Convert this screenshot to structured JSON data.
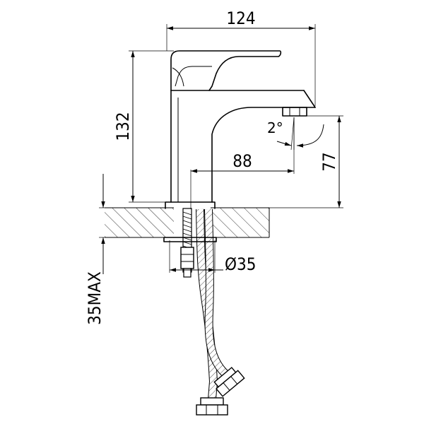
{
  "dimensions": {
    "width_total": "124",
    "height_total": "132",
    "spout_reach": "88",
    "spout_height": "77",
    "angle": "2°",
    "hole_diameter": "Ø35",
    "counter_thickness": "35MAX"
  }
}
